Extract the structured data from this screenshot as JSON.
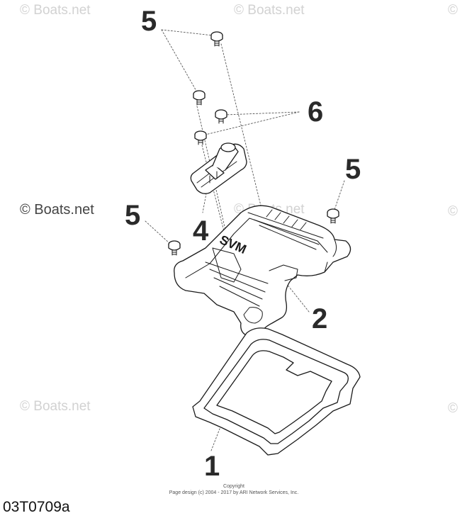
{
  "watermarks": {
    "text": "© Boats.net",
    "strong_text": "© Boats.net",
    "partial": "©"
  },
  "callouts": {
    "top_5": "5",
    "right_5": "5",
    "left_5": "5",
    "six": "6",
    "four": "4",
    "two": "2",
    "one": "1"
  },
  "copyright": {
    "line1": "Copyright",
    "line2": "Page design (c) 2004 - 2017 by ARI Network Services, Inc."
  },
  "figure_id": "03T0709a",
  "cover_logo": "SVM",
  "colors": {
    "line": "#1a1a1a",
    "watermark": "#d2d2d2",
    "leader": "#555555"
  }
}
